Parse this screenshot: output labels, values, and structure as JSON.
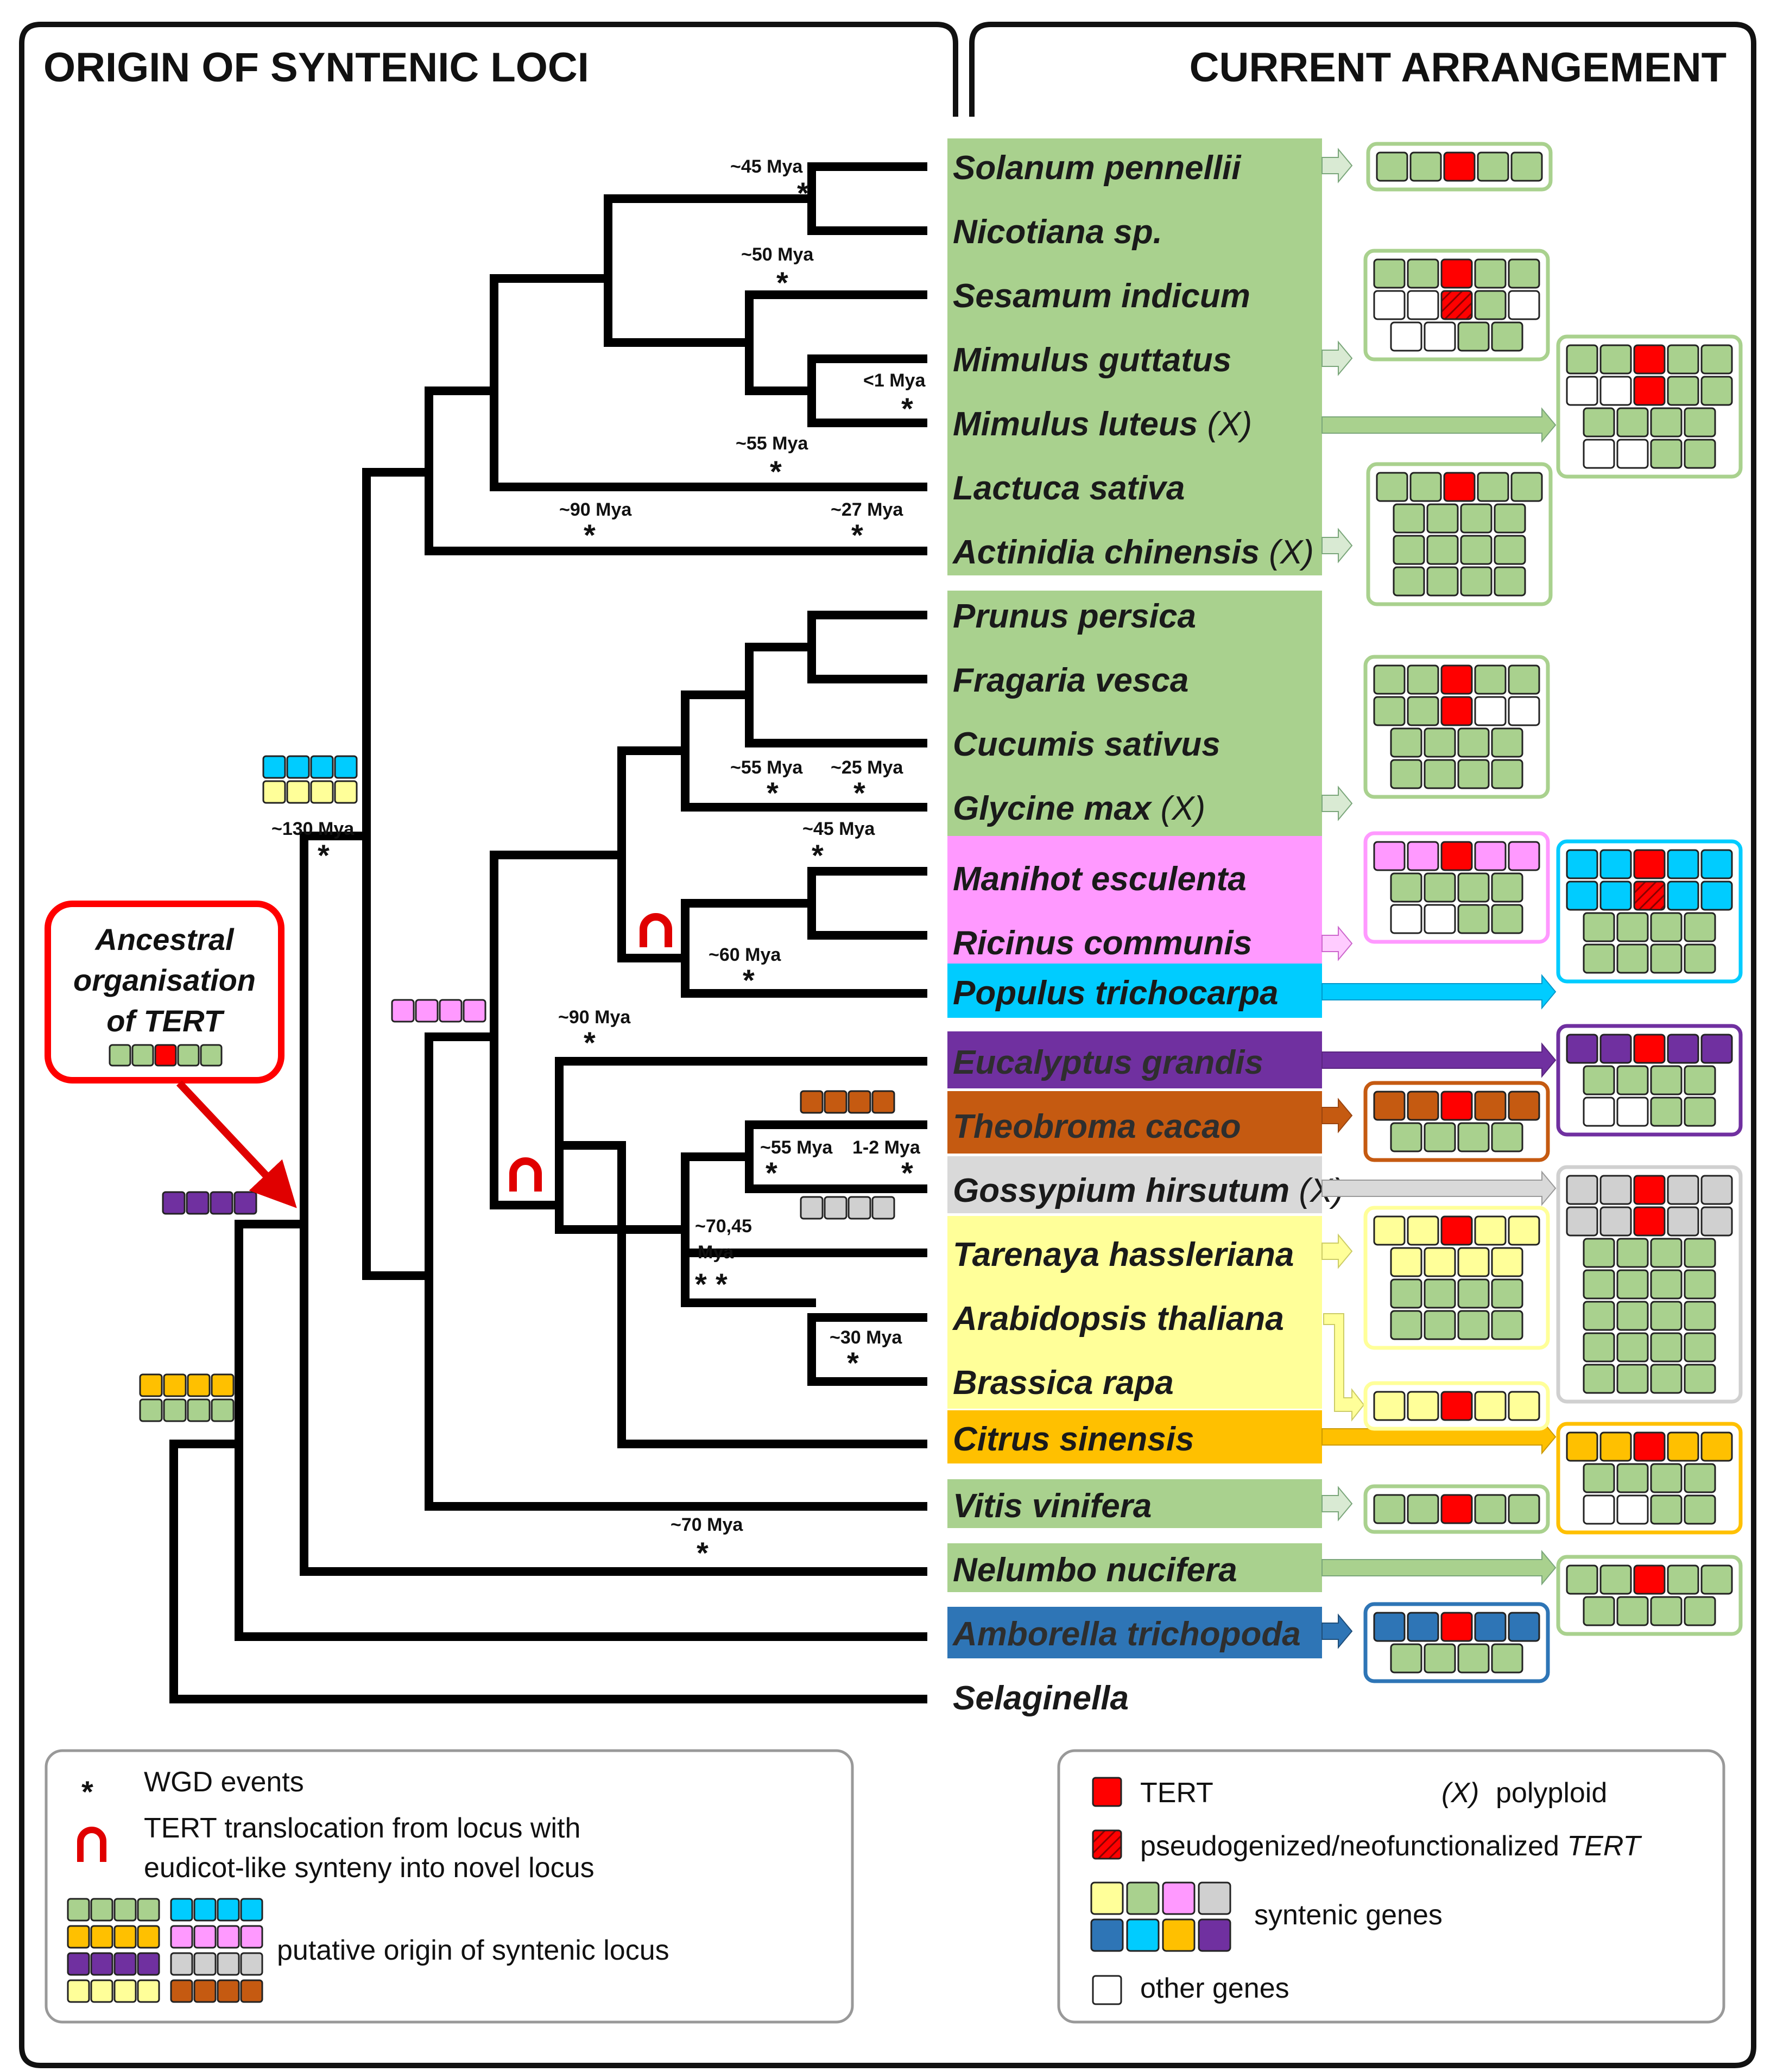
{
  "titles": {
    "left": "ORIGIN OF SYNTENIC LOCI",
    "right": "CURRENT ARRANGEMENT"
  },
  "colors": {
    "green": "#a9d18e",
    "red": "#ff0000",
    "white": "#ffffff",
    "yellow": "#ffff99",
    "cyan": "#00ccff",
    "pink": "#ff99ff",
    "grey": "#d0d0d0",
    "orange": "#ffc000",
    "brown": "#c55a11",
    "purple": "#7030a0",
    "blue": "#2e75b6",
    "band_green": "#a9d18e",
    "band_pink": "#ff99ff",
    "band_cyan": "#00ccff",
    "band_purple": "#7030a0",
    "band_brown": "#c55a11",
    "band_grey": "#d9d9d9",
    "band_yellow": "#ffff99",
    "band_orange": "#ffc000",
    "band_blue": "#2e75b6"
  },
  "species": [
    {
      "name": "Solanum pennellii"
    },
    {
      "name": "Nicotiana sp."
    },
    {
      "name": "Sesamum indicum"
    },
    {
      "name": "Mimulus guttatus"
    },
    {
      "name": "Mimulus luteus",
      "note": "(X)"
    },
    {
      "name": "Lactuca sativa"
    },
    {
      "name": "Actinidia chinensis",
      "note": "(X)"
    },
    {
      "name": "Prunus persica"
    },
    {
      "name": "Fragaria vesca"
    },
    {
      "name": "Cucumis sativus"
    },
    {
      "name": "Glycine max",
      "note": "(X)"
    },
    {
      "name": "Manihot esculenta"
    },
    {
      "name": "Ricinus communis"
    },
    {
      "name": "Populus trichocarpa"
    },
    {
      "name": "Eucalyptus grandis"
    },
    {
      "name": "Theobroma cacao"
    },
    {
      "name": "Gossypium hirsutum",
      "note": "(X)"
    },
    {
      "name": "Tarenaya hassleriana"
    },
    {
      "name": "Arabidopsis thaliana"
    },
    {
      "name": "Brassica rapa"
    },
    {
      "name": "Citrus sinensis"
    },
    {
      "name": "Vitis vinifera"
    },
    {
      "name": "Nelumbo nucifera"
    },
    {
      "name": "Amborella trichopoda"
    },
    {
      "name": "Selaginella"
    }
  ],
  "wgd_labels": [
    "~45 Mya",
    "~50 Mya",
    "<1 Mya",
    "~55 Mya",
    "~90 Mya",
    "~27 Mya",
    "~55 Mya",
    "~25 Mya",
    "~45 Mya",
    "~130 Mya",
    "~60 Mya",
    "~90 Mya",
    "~55 Mya",
    "1-2 Mya",
    "~70,45",
    "Mya",
    "~30 Mya",
    "~70 Mya"
  ],
  "wgd_marker": "*",
  "ancestral": {
    "line1": "Ancestral",
    "line2": "organisation",
    "line3": "of TERT"
  },
  "legend_left": {
    "wgd": "WGD events",
    "translocation_line1": "TERT translocation from locus with",
    "translocation_line2": "eudicot-like synteny into novel locus",
    "origin": "putative origin of syntenic locus"
  },
  "legend_right": {
    "tert": "TERT",
    "polyploid_mark": "(X)",
    "polyploid": "polyploid",
    "pseudo": "pseudogenized/neofunctionalized",
    "pseudo_italic": "TERT",
    "syntenic": "syntenic genes",
    "other": "other genes"
  },
  "gene_boxes": [
    {
      "rows": [
        [
          "green",
          "green",
          "red",
          "green",
          "green"
        ]
      ]
    },
    {
      "rows": [
        [
          "green",
          "green",
          "red",
          "green",
          "green"
        ],
        [
          "white",
          "white",
          "hatch",
          "green",
          "white"
        ],
        [
          "white",
          "white",
          "green",
          "green"
        ]
      ]
    },
    {
      "rows": [
        [
          "green",
          "green",
          "red",
          "green",
          "green"
        ],
        [
          "white",
          "white",
          "red",
          "green",
          "green"
        ],
        [
          "green",
          "green",
          "green",
          "green"
        ],
        [
          "white",
          "white",
          "green",
          "green"
        ]
      ]
    },
    {
      "rows": [
        [
          "green",
          "green",
          "red",
          "green",
          "green"
        ],
        [
          "green",
          "green",
          "green",
          "green"
        ],
        [
          "green",
          "green",
          "green",
          "green"
        ],
        [
          "green",
          "green",
          "green",
          "green"
        ]
      ]
    },
    {
      "rows": [
        [
          "green",
          "green",
          "red",
          "green",
          "green"
        ],
        [
          "green",
          "green",
          "red",
          "white",
          "white"
        ],
        [
          "green",
          "green",
          "green",
          "green"
        ],
        [
          "green",
          "green",
          "green",
          "green"
        ]
      ]
    },
    {
      "rows": [
        [
          "pink",
          "pink",
          "red",
          "pink",
          "pink"
        ],
        [
          "green",
          "green",
          "green",
          "green"
        ],
        [
          "white",
          "white",
          "green",
          "green"
        ]
      ]
    },
    {
      "rows": [
        [
          "cyan",
          "cyan",
          "red",
          "cyan",
          "cyan"
        ],
        [
          "cyan",
          "cyan",
          "hatch",
          "cyan",
          "cyan"
        ],
        [
          "green",
          "green",
          "green",
          "green"
        ],
        [
          "green",
          "green",
          "green",
          "green"
        ]
      ]
    },
    {
      "rows": [
        [
          "purple",
          "purple",
          "red",
          "purple",
          "purple"
        ],
        [
          "green",
          "green",
          "green",
          "green"
        ],
        [
          "white",
          "white",
          "green",
          "green"
        ]
      ]
    },
    {
      "rows": [
        [
          "brown",
          "brown",
          "red",
          "brown",
          "brown"
        ],
        [
          "green",
          "green",
          "green",
          "green"
        ]
      ]
    },
    {
      "rows": [
        [
          "grey",
          "grey",
          "red",
          "grey",
          "grey"
        ],
        [
          "grey",
          "grey",
          "red",
          "grey",
          "grey"
        ],
        [
          "green",
          "green",
          "green",
          "green"
        ],
        [
          "green",
          "green",
          "green",
          "green"
        ],
        [
          "green",
          "green",
          "green",
          "green"
        ],
        [
          "green",
          "green",
          "green",
          "green"
        ],
        [
          "green",
          "green",
          "green",
          "green"
        ]
      ]
    },
    {
      "rows": [
        [
          "yellow",
          "yellow",
          "red",
          "yellow",
          "yellow"
        ],
        [
          "yellow",
          "yellow",
          "yellow",
          "yellow"
        ],
        [
          "green",
          "green",
          "green",
          "green"
        ],
        [
          "green",
          "green",
          "green",
          "green"
        ]
      ]
    },
    {
      "rows": [
        [
          "yellow",
          "yellow",
          "red",
          "yellow",
          "yellow"
        ]
      ]
    },
    {
      "rows": [
        [
          "orange",
          "orange",
          "red",
          "orange",
          "orange"
        ],
        [
          "green",
          "green",
          "green",
          "green"
        ],
        [
          "white",
          "white",
          "green",
          "green"
        ]
      ]
    },
    {
      "rows": [
        [
          "green",
          "green",
          "red",
          "green",
          "green"
        ]
      ]
    },
    {
      "rows": [
        [
          "green",
          "green",
          "red",
          "green",
          "green"
        ],
        [
          "green",
          "green",
          "green",
          "green"
        ]
      ]
    },
    {
      "rows": [
        [
          "blue",
          "blue",
          "red",
          "blue",
          "blue"
        ],
        [
          "green",
          "green",
          "green",
          "green"
        ]
      ]
    }
  ],
  "tree_loci": [
    {
      "rows": [
        [
          "cyan",
          "cyan",
          "cyan",
          "cyan"
        ],
        [
          "yellow",
          "yellow",
          "yellow",
          "yellow"
        ]
      ]
    },
    {
      "rows": [
        [
          "pink",
          "pink",
          "pink",
          "pink"
        ]
      ]
    },
    {
      "rows": [
        [
          "purple",
          "purple",
          "purple",
          "purple"
        ]
      ]
    },
    {
      "rows": [
        [
          "orange",
          "orange",
          "orange",
          "orange"
        ],
        [
          "green",
          "green",
          "green",
          "green"
        ]
      ]
    },
    {
      "rows": [
        [
          "brown",
          "brown",
          "brown",
          "brown"
        ]
      ]
    },
    {
      "rows": [
        [
          "grey",
          "grey",
          "grey",
          "grey"
        ]
      ]
    }
  ],
  "ancestral_cells": [
    "green",
    "green",
    "red",
    "green",
    "green"
  ],
  "legend_syntenic_cells": [
    [
      "yellow",
      "green",
      "pink",
      "grey"
    ],
    [
      "blue",
      "cyan",
      "orange",
      "purple"
    ]
  ],
  "legend_origin_cells": [
    [
      "green",
      "green",
      "green",
      "green"
    ],
    [
      "orange",
      "orange",
      "orange",
      "orange"
    ],
    [
      "purple",
      "purple",
      "purple",
      "purple"
    ],
    [
      "yellow",
      "yellow",
      "yellow",
      "yellow"
    ],
    [
      "cyan",
      "cyan",
      "cyan",
      "cyan"
    ],
    [
      "pink",
      "pink",
      "pink",
      "pink"
    ],
    [
      "grey",
      "grey",
      "grey",
      "grey"
    ],
    [
      "brown",
      "brown",
      "brown",
      "brown"
    ]
  ]
}
